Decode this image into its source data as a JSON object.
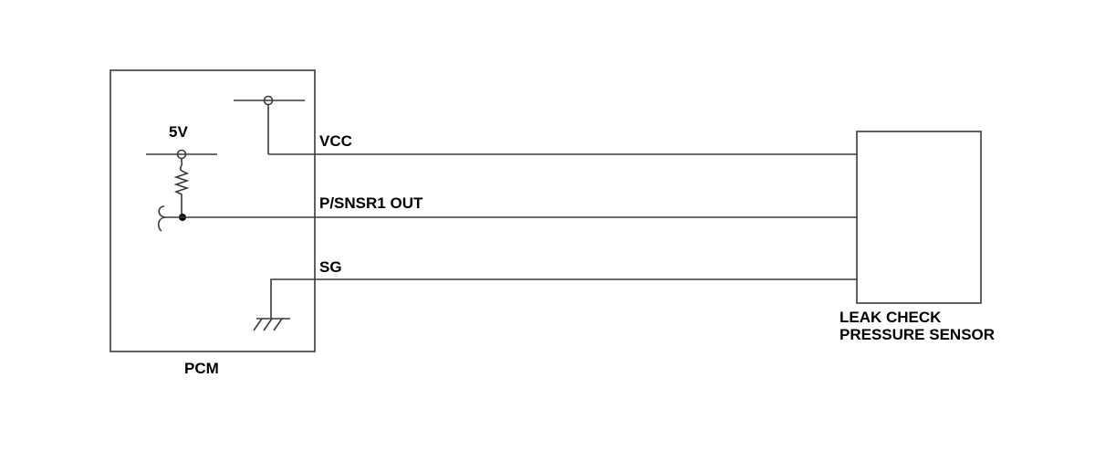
{
  "diagram": {
    "pcm_label": "PCM",
    "supply_voltage": "5V",
    "sensor_label_line1": "LEAK CHECK",
    "sensor_label_line2": "PRESSURE SENSOR",
    "wires": {
      "vcc": "VCC",
      "out": "P/SNSR1 OUT",
      "sg": "SG"
    },
    "line_color": "#3a3a3a"
  }
}
